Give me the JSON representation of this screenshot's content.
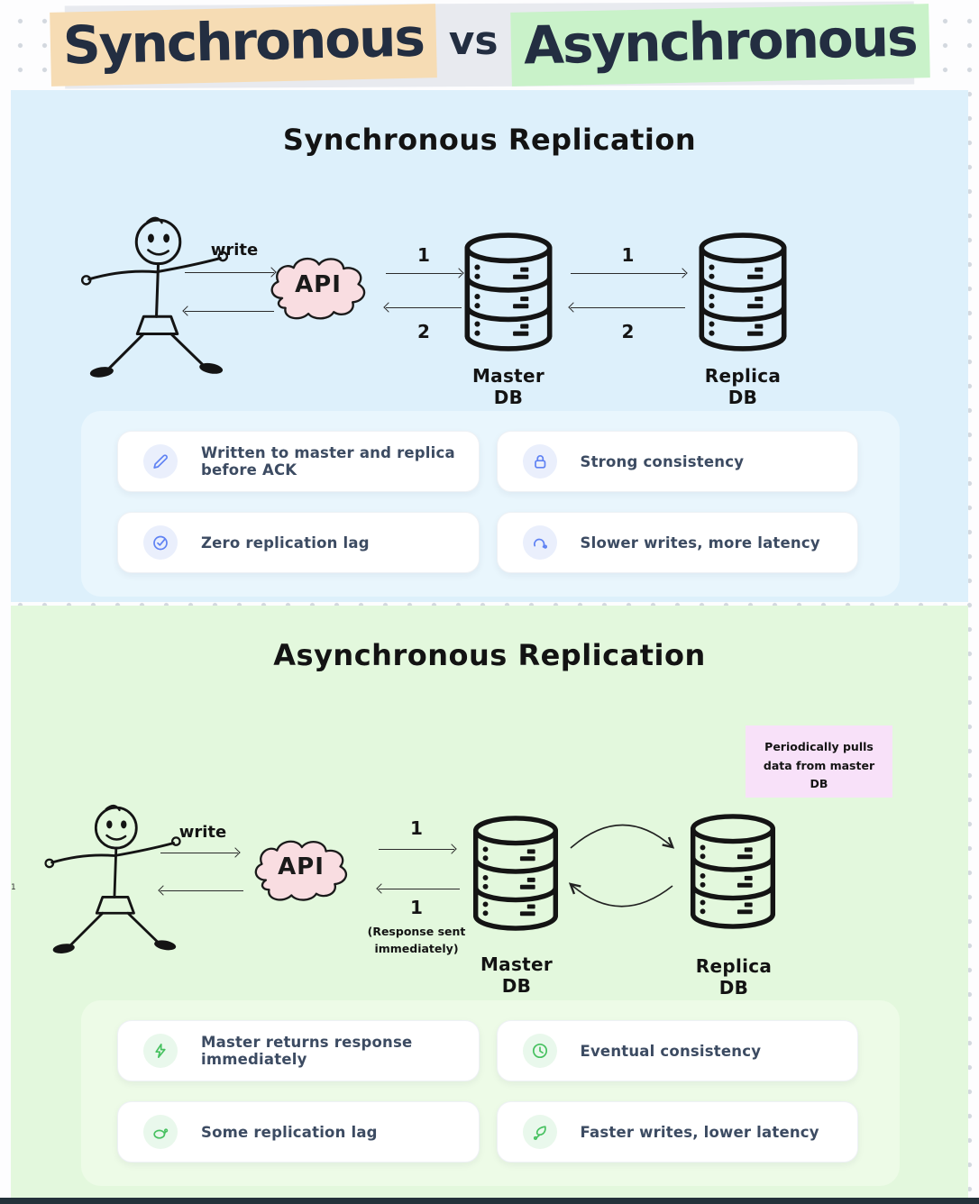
{
  "header": {
    "title_part1": "Synchronous",
    "title_vs": "vs",
    "title_part2": "Asynchronous"
  },
  "colors": {
    "orange_highlight": "#f6dcb4",
    "green_highlight": "#c9f2c9",
    "sync_section_bg": "#ddf0fb",
    "async_section_bg": "#e3f8dd",
    "api_cloud": "#f9dde1",
    "pink_note_bg": "#f8e1f9",
    "icon_blue": "#5f82f3",
    "icon_green": "#47c160",
    "card_text": "#3c4b62",
    "title_text": "#232e41"
  },
  "sync_section": {
    "heading": "Synchronous Replication",
    "diagram": {
      "write_label": "write",
      "api_label": "API",
      "step_to_master": "1",
      "ack_from_master": "2",
      "step_to_replica": "1",
      "ack_from_replica": "2",
      "master_label": "Master DB",
      "replica_label": "Replica DB"
    },
    "cards": [
      {
        "icon": "pen-icon",
        "text": "Written to master and replica before ACK"
      },
      {
        "icon": "lock-icon",
        "text": "Strong consistency"
      },
      {
        "icon": "check-circle-icon",
        "text": "Zero replication lag"
      },
      {
        "icon": "snail-icon",
        "text": "Slower writes, more latency"
      }
    ]
  },
  "async_section": {
    "heading": "Asynchronous Replication",
    "note": "Periodically pulls data from master DB",
    "diagram": {
      "left_edge_mark": "1",
      "write_label": "write",
      "api_label": "API",
      "step_to_master": "1",
      "response_from_master": "1",
      "response_note": "(Response sent immediately)",
      "master_label": "Master DB",
      "replica_label": "Replica DB"
    },
    "cards": [
      {
        "icon": "lightning-icon",
        "text": "Master returns response immediately"
      },
      {
        "icon": "clock-icon",
        "text": "Eventual consistency"
      },
      {
        "icon": "snail-icon",
        "text": "Some replication lag"
      },
      {
        "icon": "leaf-icon",
        "text": "Faster writes, lower latency"
      }
    ]
  }
}
